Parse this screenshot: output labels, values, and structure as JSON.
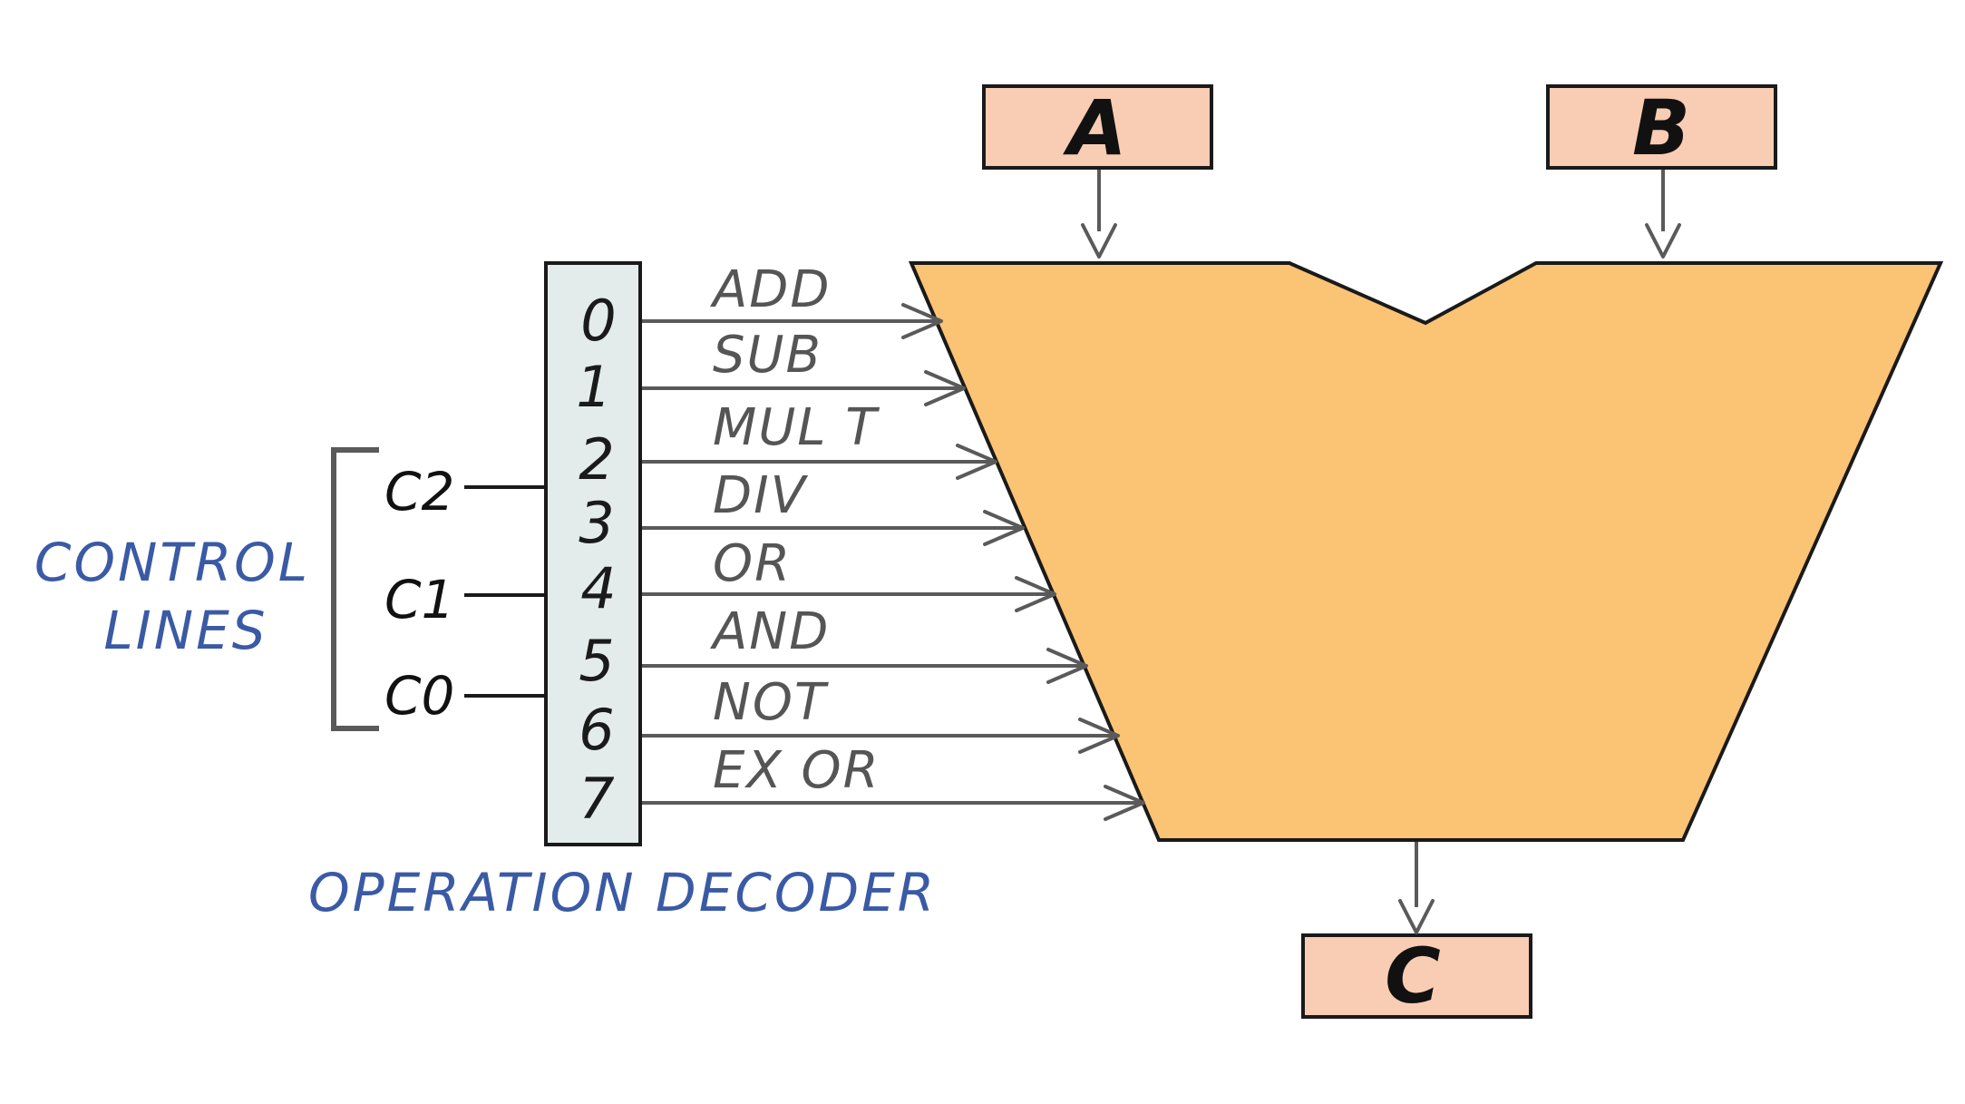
{
  "registers": {
    "a": "A",
    "b": "B",
    "c": "C"
  },
  "decoder": {
    "caption": "OPERATION DECODER",
    "outputs": [
      "0",
      "1",
      "2",
      "3",
      "4",
      "5",
      "6",
      "7"
    ]
  },
  "operations": [
    "ADD",
    "SUB",
    "MUL T",
    "DIV",
    "OR",
    "AND",
    "NOT",
    "EX OR"
  ],
  "control": {
    "caption_line1": "CONTROL",
    "caption_line2": "LINES",
    "lines": [
      "C2",
      "C1",
      "C0"
    ]
  },
  "colors": {
    "alu_fill": "#fbc374",
    "register_fill": "#f9cdb3",
    "decoder_fill": "#e3eceb",
    "wire": "#5a5a5a",
    "caption_blue": "#3a5aa5",
    "outline": "#1a1a1a"
  }
}
